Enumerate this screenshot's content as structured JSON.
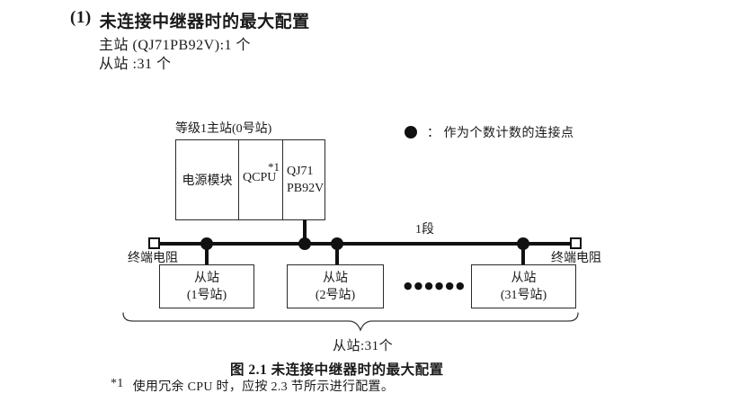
{
  "header": {
    "number": "(1)",
    "title": "未连接中继器时的最大配置",
    "master_line": "主站 (QJ71PB92V):1 个",
    "slave_line": "从站 :31 个"
  },
  "diagram": {
    "master_label": "等级1主站(0号站)",
    "master": {
      "cell_power": "电源模块",
      "cell_cpu": "QCPU",
      "cell_cpu_note": "*1",
      "cell_pb_line1": "QJ71",
      "cell_pb_line2": "PB92V"
    },
    "legend": {
      "icon": "connection-count-dot",
      "text": "：  作为个数计数的连接点"
    },
    "segment_label": "1段",
    "terminator_left": "终端电阻",
    "terminator_right": "终端电阻",
    "slaves": [
      {
        "name": "从站",
        "station": "(1号站)"
      },
      {
        "name": "从站",
        "station": "(2号站)"
      },
      {
        "name": "从站",
        "station": "(31号站)"
      }
    ],
    "ellipsis": "●●●●●●",
    "brace_label": "从站:31个",
    "colors": {
      "line": "#111111",
      "text": "#1a1a1a",
      "background": "#ffffff"
    }
  },
  "caption": "图 2.1 未连接中继器时的最大配置",
  "footnote": {
    "mark": "*1",
    "text": "使用冗余 CPU 时，应按 2.3 节所示进行配置。"
  }
}
